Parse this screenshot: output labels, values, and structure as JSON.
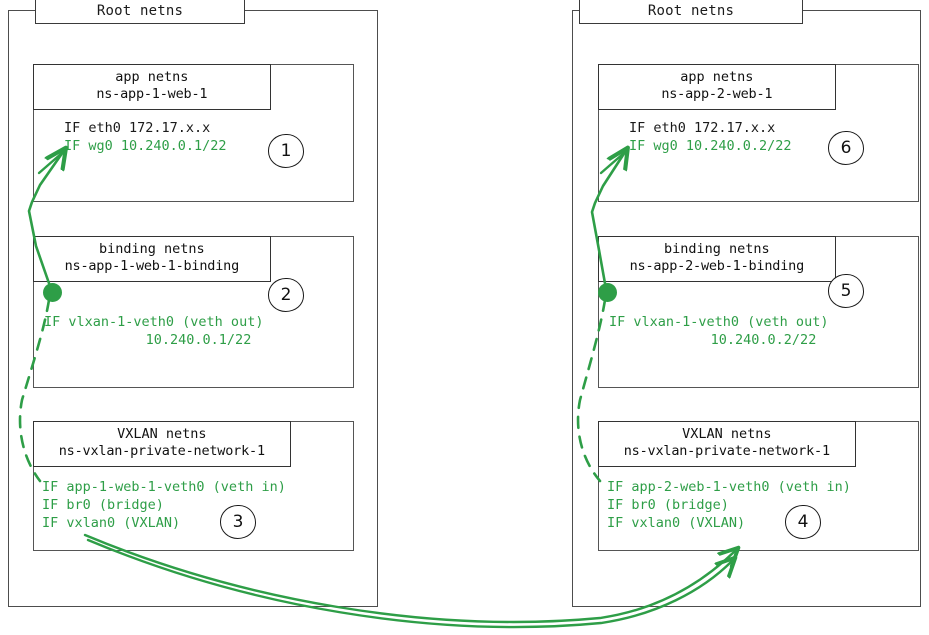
{
  "diagram": {
    "accent_green": "#2e9e47",
    "line_black": "#1a1a1a",
    "panels": [
      {
        "id": "left",
        "title": "Root netns",
        "boxes": [
          {
            "id": "app-1",
            "header_line1": "app netns",
            "header_line2": "ns-app-1-web-1",
            "marker": "1",
            "lines": [
              {
                "text": "IF eth0 172.17.x.x",
                "color": "black",
                "align": "left"
              },
              {
                "text": "IF wg0 10.240.0.1/22",
                "color": "green",
                "align": "left"
              }
            ]
          },
          {
            "id": "binding-1",
            "header_line1": "binding netns",
            "header_line2": "ns-app-1-web-1-binding",
            "marker": "2",
            "lines": [
              {
                "text": "IF vlxan-1-veth0 (veth out)",
                "color": "green",
                "align": "left"
              },
              {
                "text": "10.240.0.1/22",
                "color": "green",
                "align": "center"
              }
            ]
          },
          {
            "id": "vxlan-1",
            "header_line1": "VXLAN netns",
            "header_line2": "ns-vxlan-private-network-1",
            "marker": "3",
            "lines": [
              {
                "text": "IF app-1-web-1-veth0 (veth in)",
                "color": "green",
                "align": "left"
              },
              {
                "text": "IF br0 (bridge)",
                "color": "green",
                "align": "left"
              },
              {
                "text": "IF vxlan0 (VXLAN)",
                "color": "green",
                "align": "left"
              }
            ]
          }
        ]
      },
      {
        "id": "right",
        "title": "Root netns",
        "boxes": [
          {
            "id": "app-2",
            "header_line1": "app netns",
            "header_line2": "ns-app-2-web-1",
            "marker": "6",
            "lines": [
              {
                "text": "IF eth0 172.17.x.x",
                "color": "black",
                "align": "left"
              },
              {
                "text": "IF wg0 10.240.0.2/22",
                "color": "green",
                "align": "left"
              }
            ]
          },
          {
            "id": "binding-2",
            "header_line1": "binding netns",
            "header_line2": "ns-app-2-web-1-binding",
            "marker": "5",
            "lines": [
              {
                "text": "IF vlxan-1-veth0 (veth out)",
                "color": "green",
                "align": "left"
              },
              {
                "text": "10.240.0.2/22",
                "color": "green",
                "align": "center"
              }
            ]
          },
          {
            "id": "vxlan-2",
            "header_line1": "VXLAN netns",
            "header_line2": "ns-vxlan-private-network-1",
            "marker": "4",
            "lines": [
              {
                "text": "IF app-2-web-1-veth0 (veth in)",
                "color": "green",
                "align": "left"
              },
              {
                "text": "IF br0 (bridge)",
                "color": "green",
                "align": "left"
              },
              {
                "text": "IF vxlan0 (VXLAN)",
                "color": "green",
                "align": "left"
              }
            ]
          }
        ]
      }
    ]
  }
}
